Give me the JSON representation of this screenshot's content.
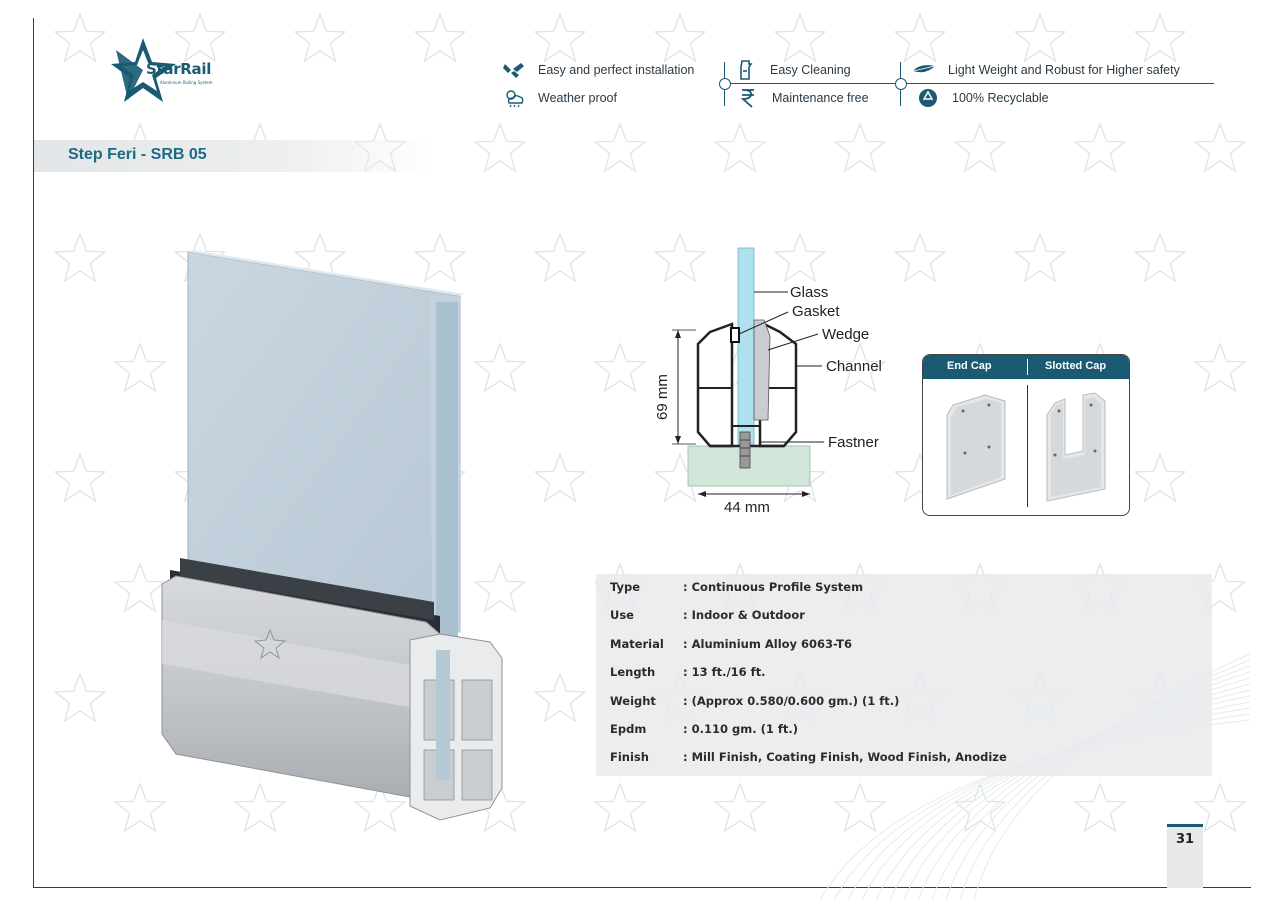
{
  "brand": {
    "name": "StarRail",
    "tagline": "Aluminium Railing System",
    "watermark": "StarRail",
    "accent": "#1a5a73"
  },
  "title": "Step Feri - SRB 05",
  "features": [
    {
      "icon": "tools-icon",
      "label": "Easy and perfect installation"
    },
    {
      "icon": "spray-bottle-icon",
      "label": "Easy Cleaning"
    },
    {
      "icon": "feather-icon",
      "label": "Light Weight and Robust for Higher safety"
    },
    {
      "icon": "weather-icon",
      "label": "Weather proof"
    },
    {
      "icon": "rupee-icon",
      "label": "Maintenance free"
    },
    {
      "icon": "recycle-icon",
      "label": "100% Recyclable"
    }
  ],
  "section": {
    "labels": {
      "glass": "Glass",
      "gasket": "Gasket",
      "wedge": "Wedge",
      "channel": "Channel",
      "fastner": "Fastner"
    },
    "height_dim": "69 mm",
    "width_dim": "44 mm"
  },
  "caps": {
    "end_cap": "End Cap",
    "slotted_cap": "Slotted Cap"
  },
  "specs": [
    {
      "key": "Type",
      "value": ": Continuous Profile System"
    },
    {
      "key": "Use",
      "value": ": Indoor & Outdoor"
    },
    {
      "key": "Material",
      "value": ": Aluminium Alloy 6063-T6"
    },
    {
      "key": "Length",
      "value": ": 13 ft./16 ft."
    },
    {
      "key": "Weight",
      "value": ": (Approx 0.580/0.600 gm.) (1 ft.)"
    },
    {
      "key": "Epdm",
      "value": ": 0.110 gm. (1 ft.)"
    },
    {
      "key": "Finish",
      "value": ": Mill Finish, Coating Finish, Wood Finish, Anodize"
    }
  ],
  "page_number": "31"
}
